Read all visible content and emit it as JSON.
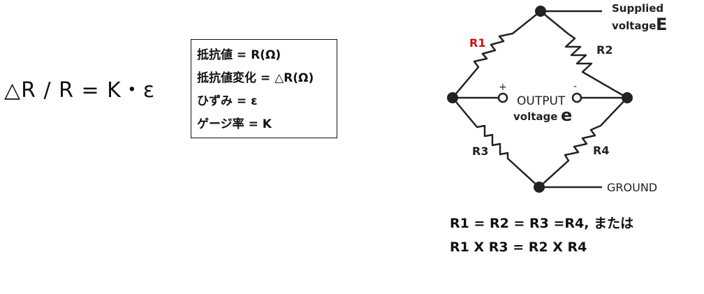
{
  "formula": "△R / R = K・ε",
  "legend": {
    "items": [
      "抵抗値 = R(Ω)",
      "抵抗値変化 = △R(Ω)",
      "ひずみ = ε",
      "ゲージ率 = K"
    ]
  },
  "bridge": {
    "labels": {
      "r1": "R1",
      "r2": "R2",
      "r3": "R3",
      "r4": "R4",
      "supplied_line1": "Supplied",
      "supplied_line2": "voltage",
      "supplied_symbol": "E",
      "output_line1": "OUTPUT",
      "output_line2": "voltage",
      "output_symbol": "e",
      "plus": "+",
      "minus": "-",
      "ground": "GROUND"
    },
    "colors": {
      "r1_label": "#cc1111",
      "wire": "#222222"
    }
  },
  "notes": {
    "line1": "R1 = R2 = R3 =R4, または",
    "line2": "R1 X R3 = R2 X R4"
  }
}
